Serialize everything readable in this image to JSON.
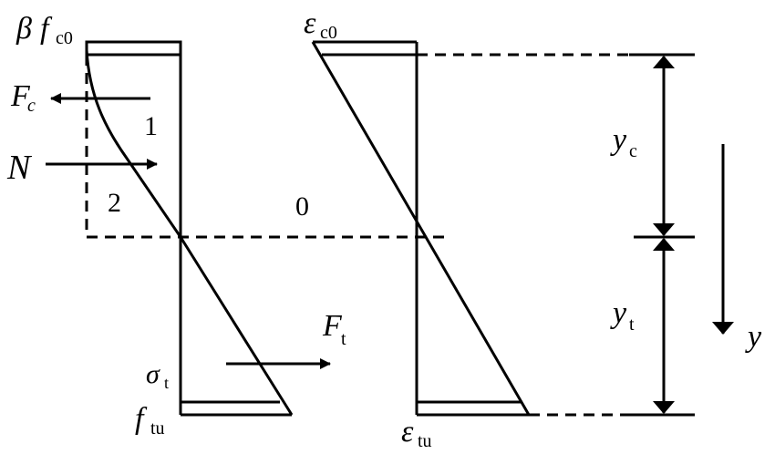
{
  "stress_block": {
    "top_label_symbol": "β",
    "top_label_f": "f",
    "top_label_sub": "c0",
    "bottom_label_f": "f",
    "bottom_label_sub": "tu",
    "sigma_symbol": "σ",
    "sigma_sub": "t",
    "region_1": "1",
    "region_2": "2"
  },
  "forces": {
    "fc_symbol": "F",
    "fc_sub": "c",
    "n_symbol": "N",
    "ft_symbol": "F",
    "ft_sub": "t"
  },
  "strain_block": {
    "top_symbol": "ε",
    "top_sub": "c0",
    "bottom_symbol": "ε",
    "bottom_sub": "tu",
    "neutral_label": "0"
  },
  "dimensions": {
    "yc_symbol": "y",
    "yc_sub": "c",
    "yt_symbol": "y",
    "yt_sub": "t",
    "y_axis_symbol": "y"
  },
  "colors": {
    "ink": "#000000",
    "background": "#ffffff"
  }
}
